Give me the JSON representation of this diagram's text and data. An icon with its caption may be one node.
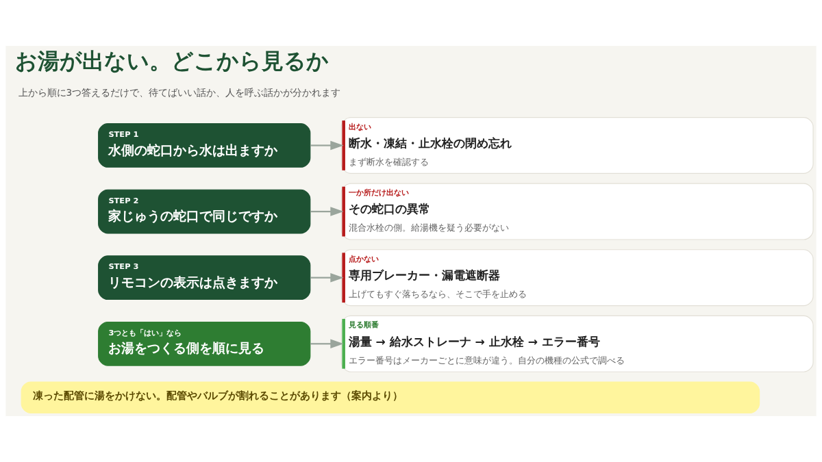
{
  "diagram": {
    "title": "お湯が出ない。どこから見るか",
    "nodes": [
      {
        "text": [
          "STEP 1",
          "水側の蛇口から水は出ますか"
        ]
      },
      {
        "text": [
          "STEP 2",
          "家じゅうの蛇口で同じですか"
        ]
      },
      {
        "text": [
          "STEP 3",
          "リモコンの表示は点きますか"
        ]
      },
      {
        "text": [
          "3つとも「はい」なら",
          "お湯をつくる側を順に見る"
        ]
      },
      {
        "text": [
          "出ない",
          "断水・凍結・止水栓の閉め忘れ",
          "まず断水を確認する"
        ]
      },
      {
        "text": [
          "一か所だけ出ない",
          "その蛇口の異常",
          "混合水栓の側。給湯機を疑う必要がない"
        ]
      },
      {
        "text": [
          "点かない",
          "専用ブレーカー・漏電遮断器",
          "上げてもすぐ落ちるなら、そこで手を止める"
        ]
      },
      {
        "text": [
          "見る順番",
          "湯量 → 給水ストレーナ → 止水栓 → エラー番号",
          "エラー番号はメーカーごとに意味が違う。自分の機種の公式で調べる"
        ]
      },
      {
        "text": [
          "凍った配管に湯をかけない。配管やバルブが割れることがあります（案内より）"
        ]
      }
    ],
    "edges": [
      {
        "from": 0,
        "to": 4,
        "arrow": "to"
      },
      {
        "from": 1,
        "to": 5,
        "arrow": "to"
      },
      {
        "from": 2,
        "to": 6,
        "arrow": "to"
      },
      {
        "from": 3,
        "to": 7,
        "arrow": "to"
      }
    ],
    "labels": [
      "上から順に3つ答えるだけで、待てばいい話か、人を呼ぶ話かが分かれます"
    ]
  }
}
